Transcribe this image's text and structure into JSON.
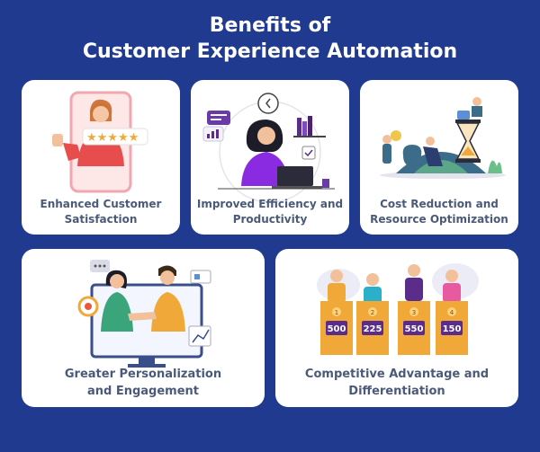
{
  "title": {
    "line1": "Benefits of",
    "line2": "Customer Experience Automation"
  },
  "colors": {
    "background": "#1f3a8f",
    "card": "#ffffff",
    "label_text": "#4a5a78",
    "accent_purple": "#5b2d8a",
    "accent_orange": "#f0a938"
  },
  "cards": [
    {
      "line1": "Enhanced Customer",
      "line2": "Satisfaction",
      "icon": "rating-stars-icon"
    },
    {
      "line1": "Improved Efficiency and",
      "line2": "Productivity",
      "icon": "woman-laptop-icon"
    },
    {
      "line1": "Cost Reduction and",
      "line2": "Resource Optimization",
      "icon": "hourglass-icon"
    },
    {
      "line1": "Greater Personalization",
      "line2": "and Engagement",
      "icon": "handshake-monitor-icon"
    },
    {
      "line1": "Competitive Advantage and",
      "line2": "Differentiation",
      "icon": "podium-contestants-icon"
    }
  ],
  "podium_scores": [
    "500",
    "225",
    "550",
    "150"
  ],
  "podium_numbers": [
    "1",
    "2",
    "3",
    "4"
  ]
}
